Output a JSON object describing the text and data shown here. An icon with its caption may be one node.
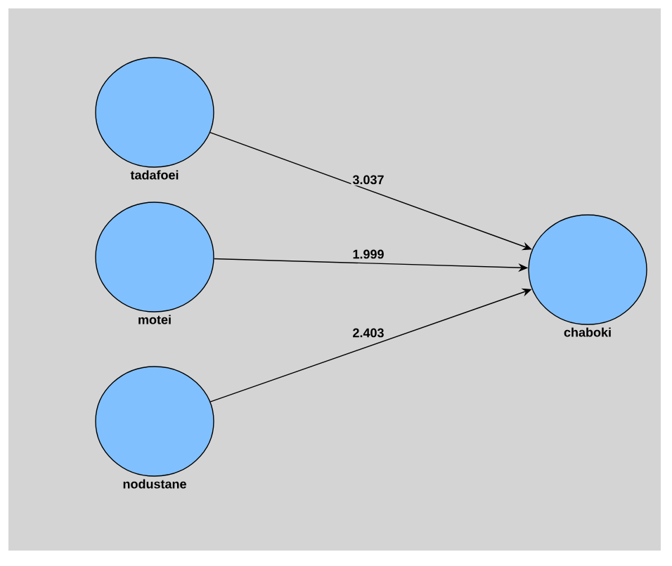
{
  "diagram": {
    "nodes": [
      {
        "text": [
          "tadafoei"
        ]
      },
      {
        "text": [
          "motei"
        ]
      },
      {
        "text": [
          "nodustane"
        ]
      },
      {
        "text": [
          "chaboki"
        ]
      }
    ],
    "edges": [
      {
        "from": 0,
        "to": 3,
        "arrow": "to",
        "label": "3.037"
      },
      {
        "from": 1,
        "to": 3,
        "arrow": "to",
        "label": "1.999"
      },
      {
        "from": 2,
        "to": 3,
        "arrow": "to",
        "label": "2.403"
      }
    ]
  }
}
